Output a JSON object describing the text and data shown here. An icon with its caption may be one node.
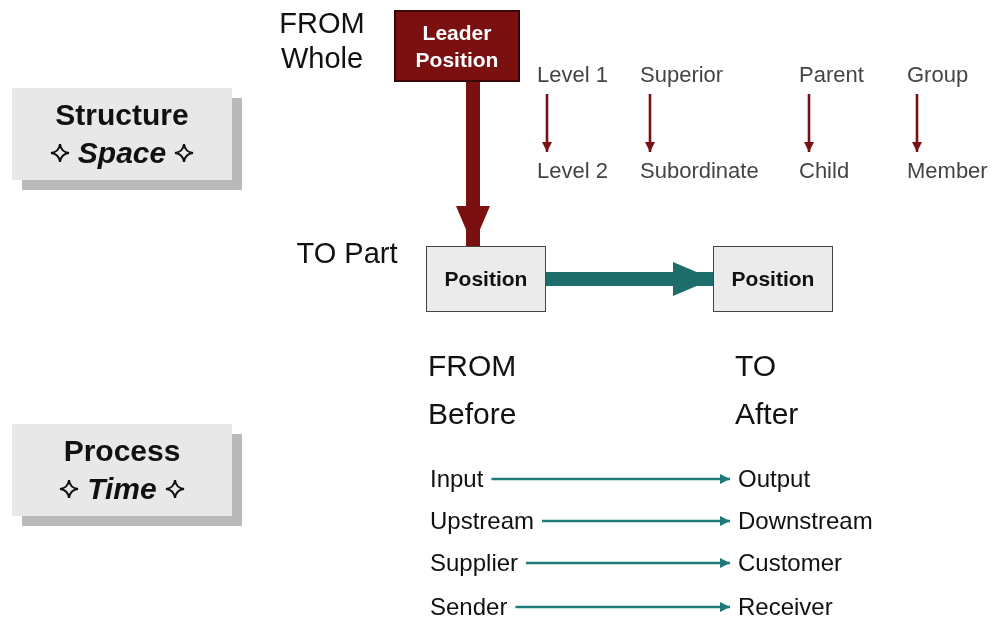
{
  "diagram": {
    "nodes": [
      {
        "text": [
          "Structure",
          "Space"
        ]
      },
      {
        "text": [
          "Leader Position"
        ]
      },
      {
        "text": [
          "Position"
        ]
      },
      {
        "text": [
          "Position"
        ]
      },
      {
        "text": [
          "Process",
          "Time"
        ]
      },
      {
        "text": [
          "Level 1"
        ]
      },
      {
        "text": [
          "Level 2"
        ]
      },
      {
        "text": [
          "Superior"
        ]
      },
      {
        "text": [
          "Subordinate"
        ]
      },
      {
        "text": [
          "Parent"
        ]
      },
      {
        "text": [
          "Child"
        ]
      },
      {
        "text": [
          "Group"
        ]
      },
      {
        "text": [
          "Member"
        ]
      },
      {
        "text": [
          "Input"
        ]
      },
      {
        "text": [
          "Output"
        ]
      },
      {
        "text": [
          "Upstream"
        ]
      },
      {
        "text": [
          "Downstream"
        ]
      },
      {
        "text": [
          "Supplier"
        ]
      },
      {
        "text": [
          "Customer"
        ]
      },
      {
        "text": [
          "Sender"
        ]
      },
      {
        "text": [
          "Receiver"
        ]
      }
    ],
    "edges": [
      {
        "from": 1,
        "to": 2,
        "arrow": "to",
        "style": "thick",
        "color": "#7a1010"
      },
      {
        "from": 2,
        "to": 3,
        "arrow": "to",
        "style": "thick",
        "color": "#1d6e6a"
      },
      {
        "from": 5,
        "to": 6,
        "arrow": "to",
        "color": "#7a1010"
      },
      {
        "from": 7,
        "to": 8,
        "arrow": "to",
        "color": "#7a1010"
      },
      {
        "from": 9,
        "to": 10,
        "arrow": "to",
        "color": "#7a1010"
      },
      {
        "from": 11,
        "to": 12,
        "arrow": "to",
        "color": "#7a1010"
      },
      {
        "from": 13,
        "to": 14,
        "arrow": "to",
        "color": "#1d7a78"
      },
      {
        "from": 15,
        "to": 16,
        "arrow": "to",
        "color": "#1d7a78"
      },
      {
        "from": 17,
        "to": 18,
        "arrow": "to",
        "color": "#1d7a78"
      },
      {
        "from": 19,
        "to": 20,
        "arrow": "to",
        "color": "#1d7a78"
      }
    ],
    "labels": [
      "FROM Whole",
      "TO Part",
      "FROM",
      "Before",
      "TO",
      "After"
    ]
  }
}
